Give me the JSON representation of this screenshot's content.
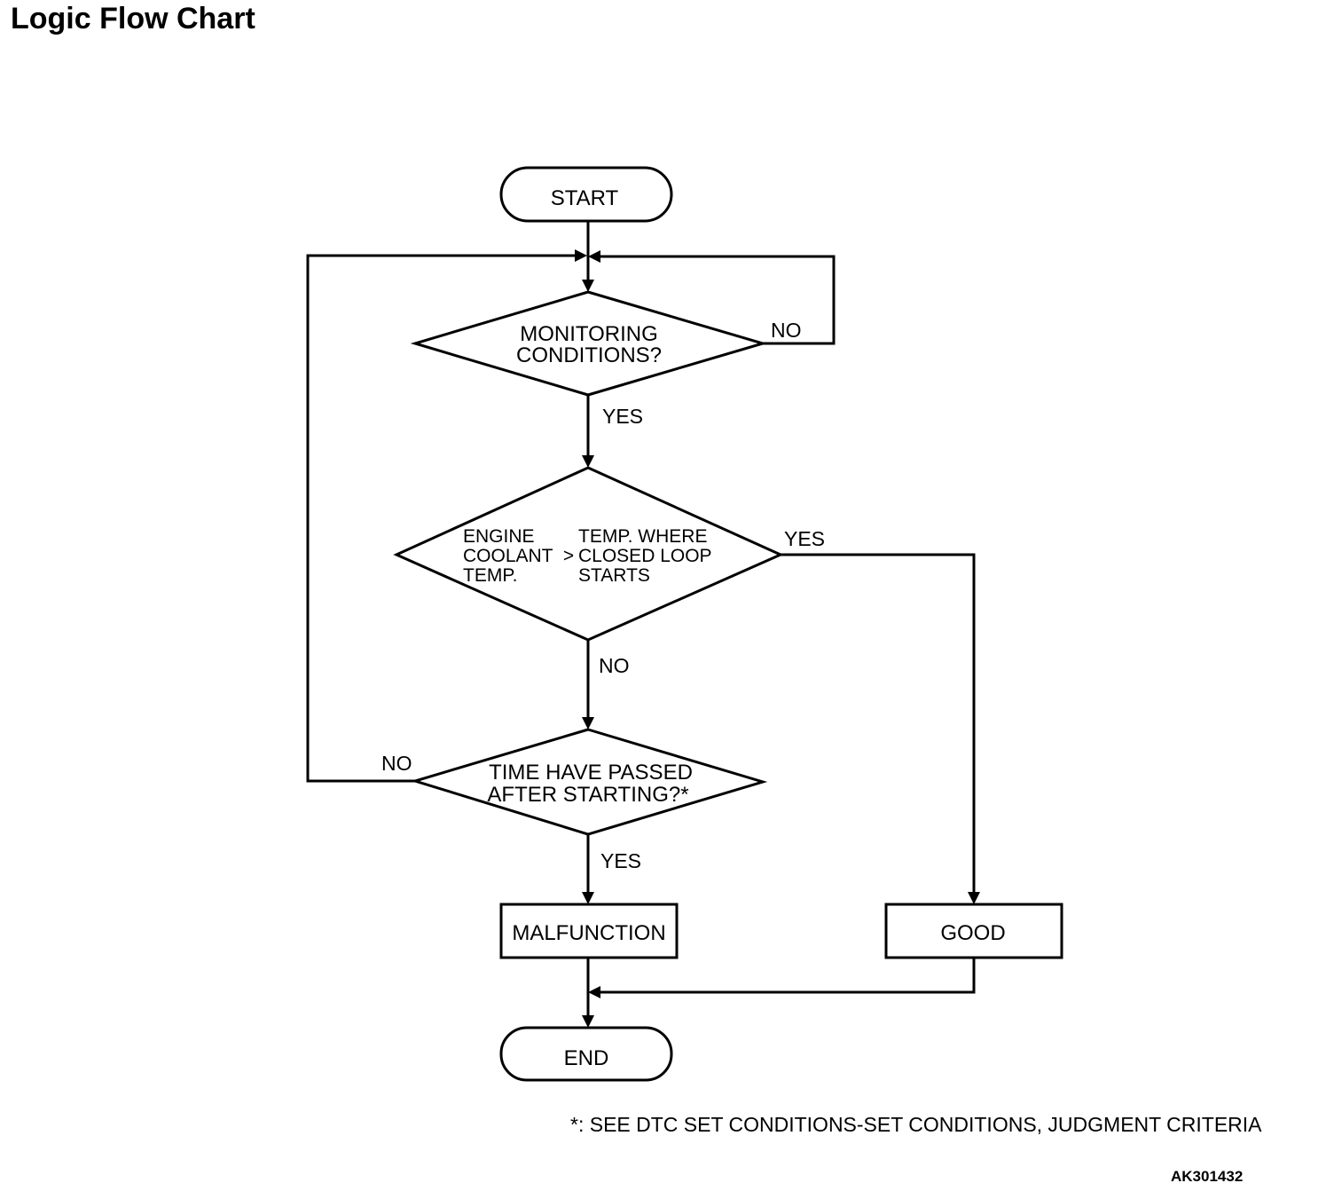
{
  "title": "Logic Flow Chart",
  "nodes": {
    "start": "START",
    "monitoring": [
      "MONITORING",
      "CONDITIONS?"
    ],
    "coolant_left": [
      "ENGINE",
      "COOLANT",
      "TEMP."
    ],
    "coolant_operator": ">",
    "coolant_right": [
      "TEMP. WHERE",
      "CLOSED LOOP",
      "STARTS"
    ],
    "time_passed": [
      "TIME HAVE PASSED",
      "AFTER STARTING?*"
    ],
    "malfunction": "MALFUNCTION",
    "good": "GOOD",
    "end": "END"
  },
  "branches": {
    "monitoring_no": "NO",
    "monitoring_yes": "YES",
    "coolant_yes": "YES",
    "coolant_no": "NO",
    "time_no": "NO",
    "time_yes": "YES"
  },
  "footnote": "*: SEE DTC SET CONDITIONS-SET CONDITIONS, JUDGMENT CRITERIA",
  "figure_code": "AK301432"
}
